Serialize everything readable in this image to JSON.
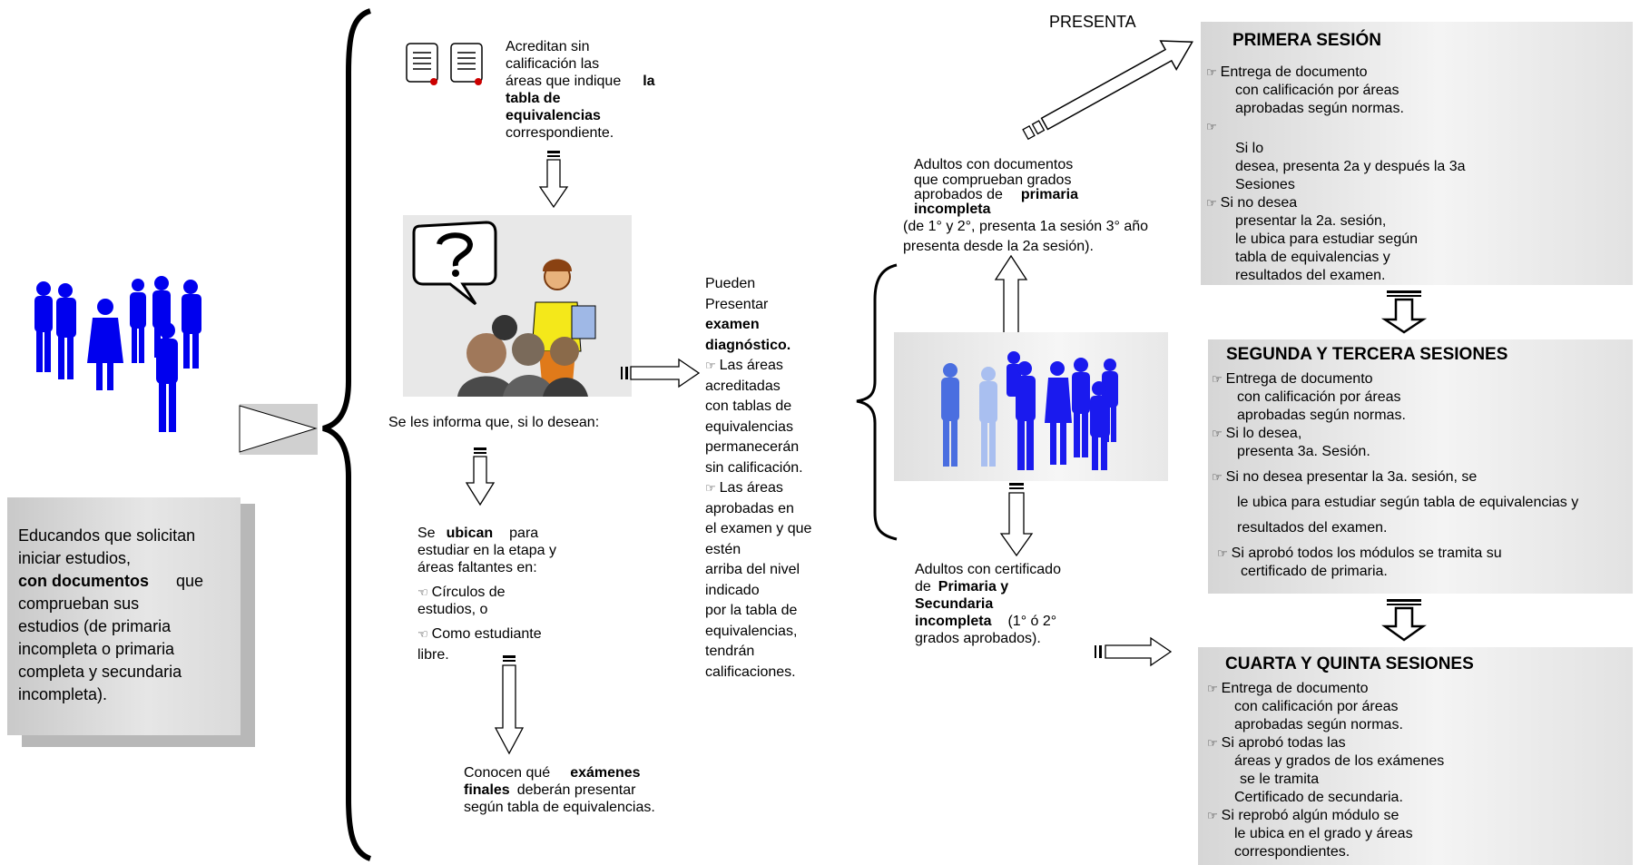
{
  "left_card": {
    "lines": [
      "Educandos que solicitan",
      "iniciar estudios,"
    ],
    "bold": "con documentos",
    "after_bold": "que",
    "rest": [
      "comprueban sus",
      "estudios (de primaria",
      "incompleta o primaria",
      "completa y secundaria",
      "incompleta)."
    ]
  },
  "col2": {
    "acreditan": {
      "l1": "Acreditan sin",
      "l2": "calificación las",
      "l3": "áreas que indique",
      "l3b": "la",
      "l4b": "tabla de",
      "l5b": "equivalencias",
      "l6": "correspondiente."
    },
    "informa": "Se les informa que, si lo desean:",
    "ubican": {
      "pre": "Se",
      "bold": "ubican",
      "post": "para",
      "l2": "estudiar en la etapa y",
      "l3": "áreas faltantes en:",
      "opt1a": "Círculos de",
      "opt1b": "estudios, o",
      "opt2a": "Como estudiante",
      "opt2b": "libre."
    },
    "conocen": {
      "pre": "Conocen qué",
      "bold1": "exámenes",
      "bold2": "finales",
      "post": "deberán presentar",
      "l3": "según tabla de equivalencias."
    }
  },
  "col3": {
    "l1": "Pueden",
    "l2": "Presentar",
    "b1": "examen",
    "b2": "diagnóstico.",
    "rest": [
      "Las áreas",
      "acreditadas",
      "con tablas de",
      "equivalencias",
      "permanecerán",
      "sin calificación.",
      "Las áreas",
      "aprobadas en",
      "el examen y que",
      "estén",
      "arriba del nivel",
      "indicado",
      "por la tabla de",
      "equivalencias,",
      "tendrán",
      "calificaciones."
    ]
  },
  "col4": {
    "presenta": "PRESENTA",
    "primaria": {
      "l1": "Adultos con documentos",
      "l2": "que comprueban grados",
      "l3": "aprobados de",
      "l3b": "primaria",
      "l4b": "incompleta",
      "l5": "(de 1° y 2°, presenta 1a sesión 3° año",
      "l6": "presenta desde la 2a sesión)."
    },
    "secundaria": {
      "l1": "Adultos con certificado",
      "l2": "de",
      "l2b": "Primaria y",
      "l3b": "Secundaria",
      "l4b": "incompleta",
      "l4": "(1° ó 2°",
      "l5": "grados aprobados)."
    }
  },
  "panels": {
    "primera": {
      "title": "PRIMERA SESIÓN",
      "lines": [
        "Entrega de documento",
        "con calificación por áreas",
        "aprobadas según normas.",
        "",
        "Si lo",
        "desea, presenta 2a y después la 3a",
        "Sesiones",
        "Si no desea",
        "presentar  la  2a.  sesión,",
        "le ubica para estudiar según",
        "tabla de equivalencias y",
        "resultados del examen."
      ]
    },
    "segunda": {
      "title": "SEGUNDA Y TERCERA SESIONES",
      "lines": [
        "Entrega de documento",
        "con calificación por áreas",
        "aprobadas según normas.",
        "Si lo desea,",
        "presenta 3a. Sesión.",
        "Si no desea  presentar la 3a. sesión, se",
        "le ubica para estudiar según  tabla de equivalencias y",
        "resultados del examen.",
        "Si  aprobó  todos  los  módulos  se  tramita  su",
        "certificado de primaria."
      ]
    },
    "cuarta": {
      "title": "CUARTA Y QUINTA SESIONES",
      "lines": [
        "Entrega de documento",
        "con calificación por áreas",
        "aprobadas según normas.",
        "Si aprobó todas las",
        "áreas y grados de los exámenes",
        "se le tramita",
        "Certificado de secundaria.",
        "Si reprobó algún módulo se",
        "le ubica en el grado y áreas",
        "correspondientes."
      ]
    }
  },
  "icons": {
    "hand": "☞",
    "hand_alt": "☜"
  },
  "colors": {
    "people_blue": "#0000ee",
    "panel_gray": "#dcdcdc",
    "photo_bg": "#e8e8e8"
  }
}
